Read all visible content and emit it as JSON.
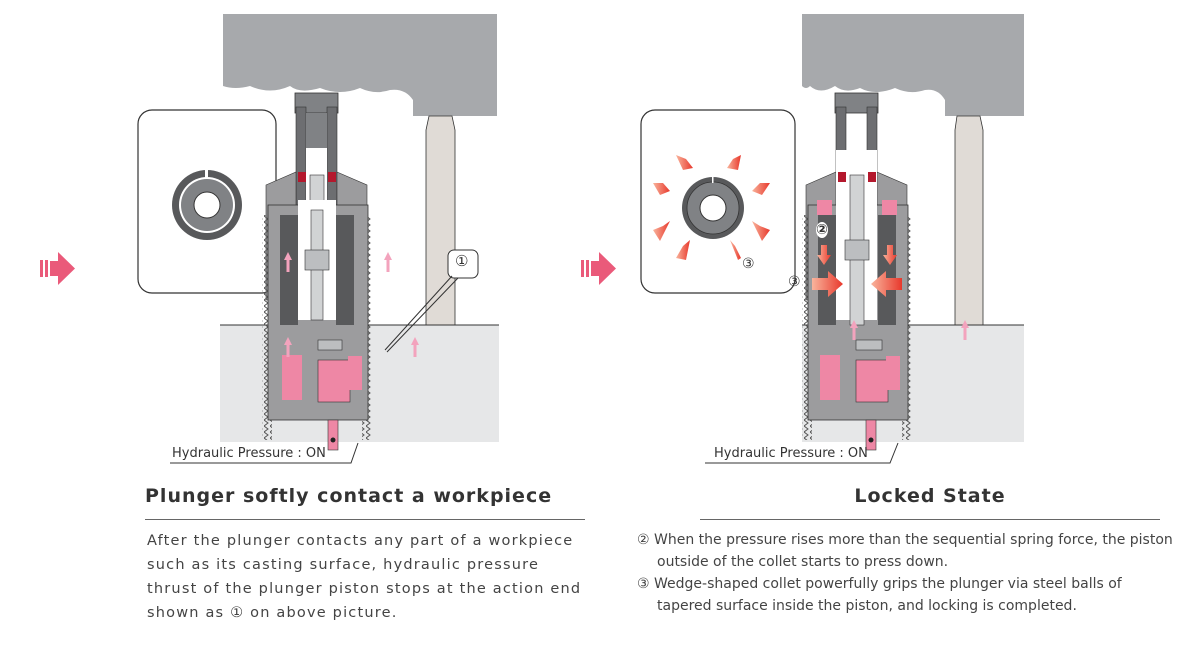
{
  "left_panel": {
    "callout_1": "①",
    "pressure_label": "Hydraulic Pressure : ON",
    "title": "Plunger softly contact a workpiece",
    "description": "After the plunger contacts any part of a workpiece such as its casting surface, hydraulic pressure thrust of the plunger piston stops at the action end shown as ① on above picture."
  },
  "right_panel": {
    "callout_2": "②",
    "callout_3_inset": "③",
    "callout_3_body": "③",
    "pressure_label": "Hydraulic Pressure : ON",
    "title": "Locked State",
    "steps": [
      {
        "marker": "②",
        "text": "When the pressure rises more than the sequential spring force, the piston outside of the collet starts to press down."
      },
      {
        "marker": "③",
        "text": "Wedge-shaped collet powerfully grips the plunger via steel balls of tapered surface inside the piston, and locking is completed."
      }
    ]
  },
  "colors": {
    "workpiece_gray": "#a7a9ac",
    "base_gray": "#e6e7e8",
    "body_gray": "#9c9c9e",
    "dark_gray": "#58595b",
    "hydraulic_pink": "#ee87a5",
    "seal_red": "#b4182d",
    "arrow_red": "#ef5a4a",
    "flow_arrow": "#ea5a7a",
    "support_beige": "#e0dbd6"
  }
}
